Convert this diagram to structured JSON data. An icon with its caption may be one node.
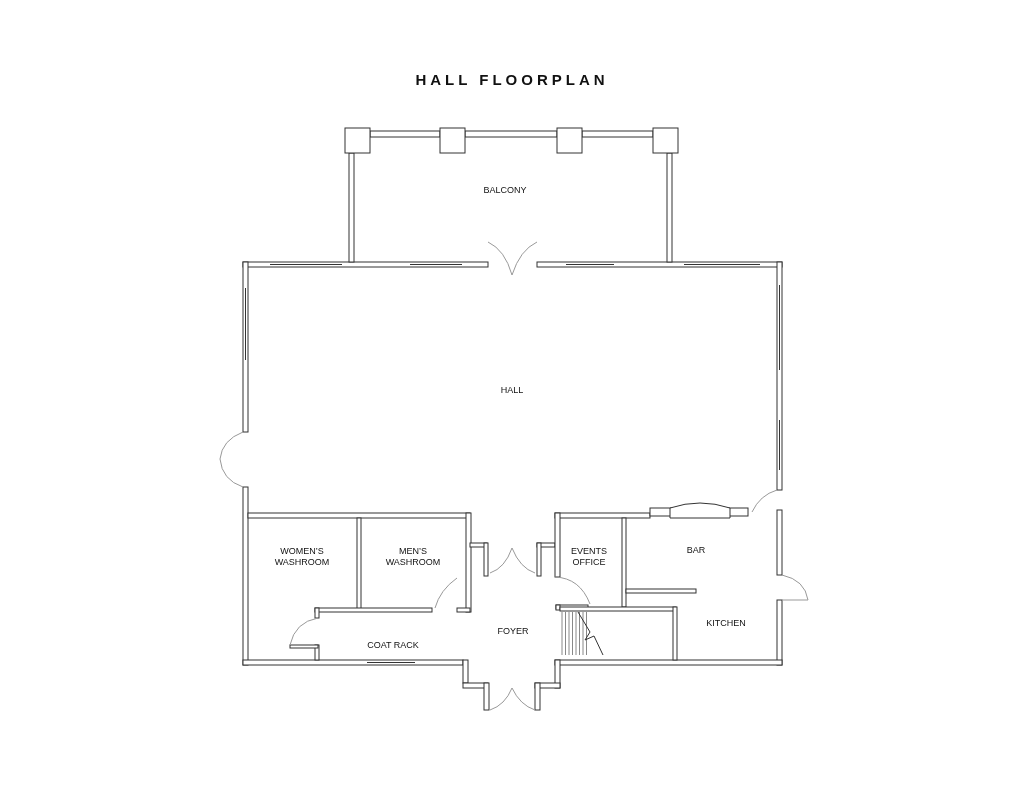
{
  "diagram": {
    "title": "HALL FLOORPLAN",
    "labels": [
      "BALCONY",
      "HALL",
      "WOMEN’S WASHROOM",
      "MEN’S WASHROOM",
      "EVENTS OFFICE",
      "BAR",
      "FOYER",
      "COAT RACK",
      "KITCHEN"
    ]
  }
}
